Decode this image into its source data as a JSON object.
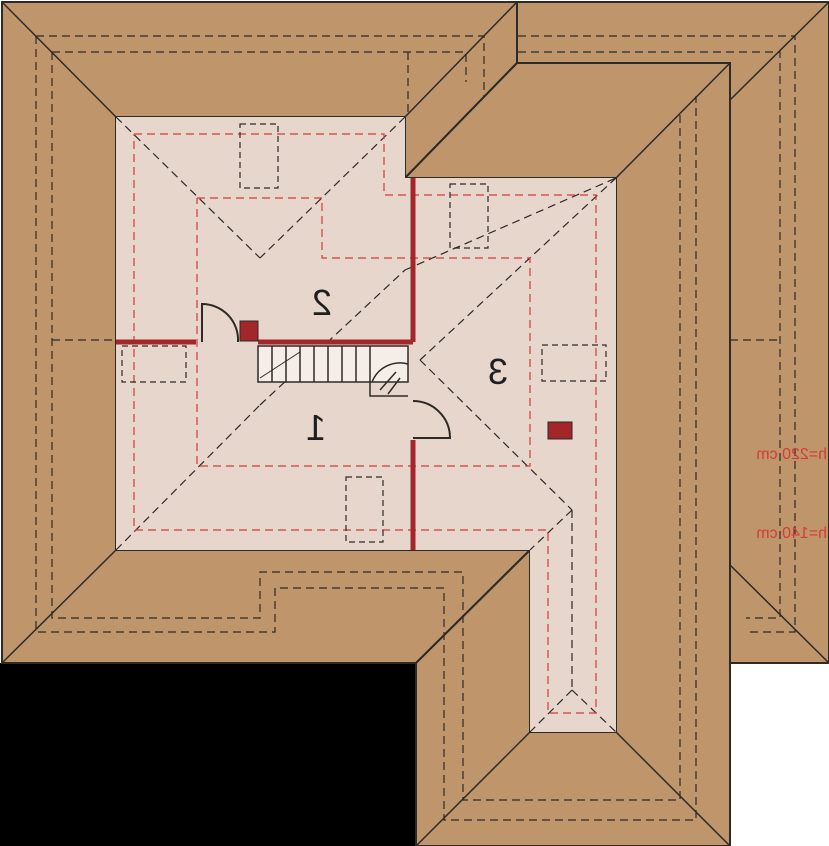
{
  "rooms": {
    "room_1": "1",
    "room_2": "2",
    "room_3": "3"
  },
  "height_labels": {
    "h220": "h=220 cm",
    "h140": "h=140 cm"
  },
  "colors": {
    "roof": "#bf966b",
    "floor": "#e6d6cc",
    "wall": "#a3262a",
    "height_line": "#d63a3a",
    "unused_area": "#000000"
  }
}
